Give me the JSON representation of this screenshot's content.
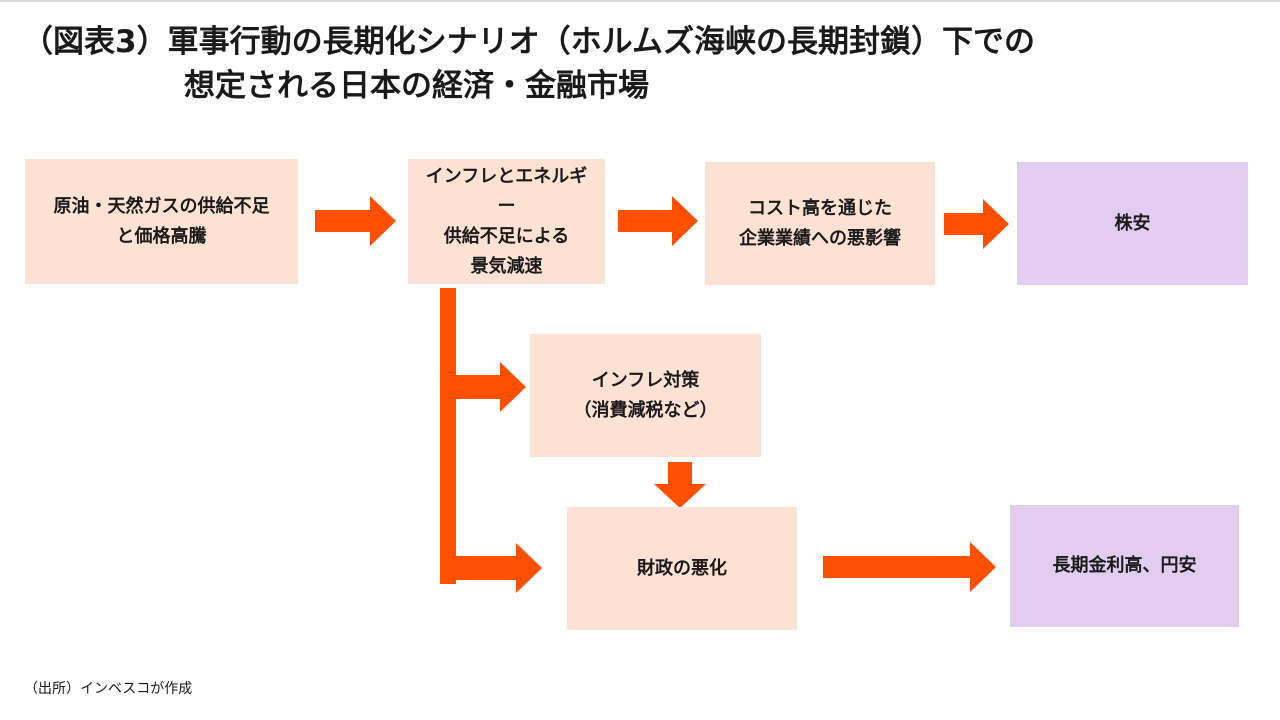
{
  "title": {
    "line1": "（図表3）軍事行動の長期化シナリオ（ホルムズ海峡の長期封鎖）下での",
    "line2": "想定される日本の経済・金融市場"
  },
  "boxes": {
    "oil_gas": {
      "lines": [
        "原油・天然ガスの供給不足",
        "と価格高騰"
      ]
    },
    "inflation_energy": {
      "lines": [
        "インフレとエネルギー",
        "供給不足による",
        "景気減速"
      ]
    },
    "cost_high": {
      "lines": [
        "コスト高を通じた",
        "企業業績への悪影響"
      ]
    },
    "stock_down": {
      "lines": [
        "株安"
      ]
    },
    "inflation_measures": {
      "lines": [
        "インフレ対策",
        "（消費減税など）"
      ]
    },
    "fiscal_worse": {
      "lines": [
        "財政の悪化"
      ]
    },
    "rates_yen": {
      "lines": [
        "長期金利高、円安"
      ]
    }
  },
  "source": "（出所）インベスコが作成",
  "colors": {
    "peach_box": "#fde2d4",
    "lavender_box": "#e2cdf0",
    "arrow": "#ff5000"
  }
}
